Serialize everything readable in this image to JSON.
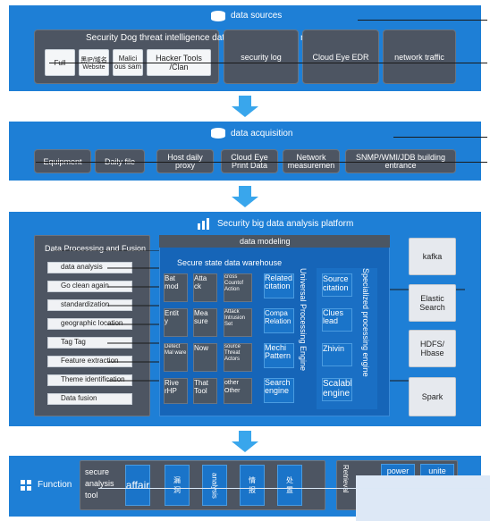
{
  "sources": {
    "title": "data sources",
    "banner": "Security Dog threat intelligence data across the entire network",
    "items": [
      "Full",
      "黑IP/域名 \nWebsite",
      "Malici\nous sam",
      "Hacker Tools\n/Clan"
    ],
    "security_log": "security log",
    "cloud_eye": "Cloud Eye EDR",
    "network_traffic": "network traffic"
  },
  "acquisition": {
    "title": "data acquisition",
    "items": [
      "Equipment",
      "Daily file",
      "Host daily\nproxy",
      "Cloud Eye\nPrint Data",
      "Network\nmeasuremen",
      "SNMP/WMI/JDB building\nentrance"
    ]
  },
  "platform": {
    "title": "Security big data analysis platform",
    "processing_title": "Data Processing and Fusion",
    "processing_items": [
      "data analysis",
      "Go clean again",
      "standardization",
      "geographic location",
      "Tag Tag",
      "Feature extraction",
      "Theme identification",
      "Data fusion"
    ],
    "modeling_title": "data modeling",
    "warehouse_title": "Secure state data warehouse",
    "tiles": [
      [
        "Bat\nmod",
        "Atta\nck",
        "cross\nCountof\nAction"
      ],
      [
        "Entit\ny",
        "Mea\nsure",
        "Attack\nIntrusion\nSet"
      ],
      [
        "Detect\nMal ware",
        "Now",
        "source\nThreat\nActors"
      ],
      [
        "Rive\nrHP",
        "That\nTool",
        "other\nOther"
      ]
    ],
    "mid_tiles": [
      "Related\ncitation",
      "Compa\nRelation",
      "Mechi\nPattern",
      "Search\nengine"
    ],
    "right_tiles": [
      "Source citation",
      "Clues\nlead",
      "Zhivin",
      "Scalable engine"
    ],
    "vertical_1": "Universal Processing Engine",
    "vertical_2": "Specialized processing engine",
    "storage": [
      "kafka",
      "Elastic\nSearch",
      "HDFS/\nHbase",
      "Spark"
    ]
  },
  "function": {
    "title": "Function",
    "tool_label": "secure\nanalysis\ntool",
    "affair": "affair",
    "cols": [
      "漏\n洞",
      "analysis",
      "情\n报",
      "处\n置"
    ],
    "right_label": "Retrieval",
    "power": "power",
    "unite": "unite"
  }
}
